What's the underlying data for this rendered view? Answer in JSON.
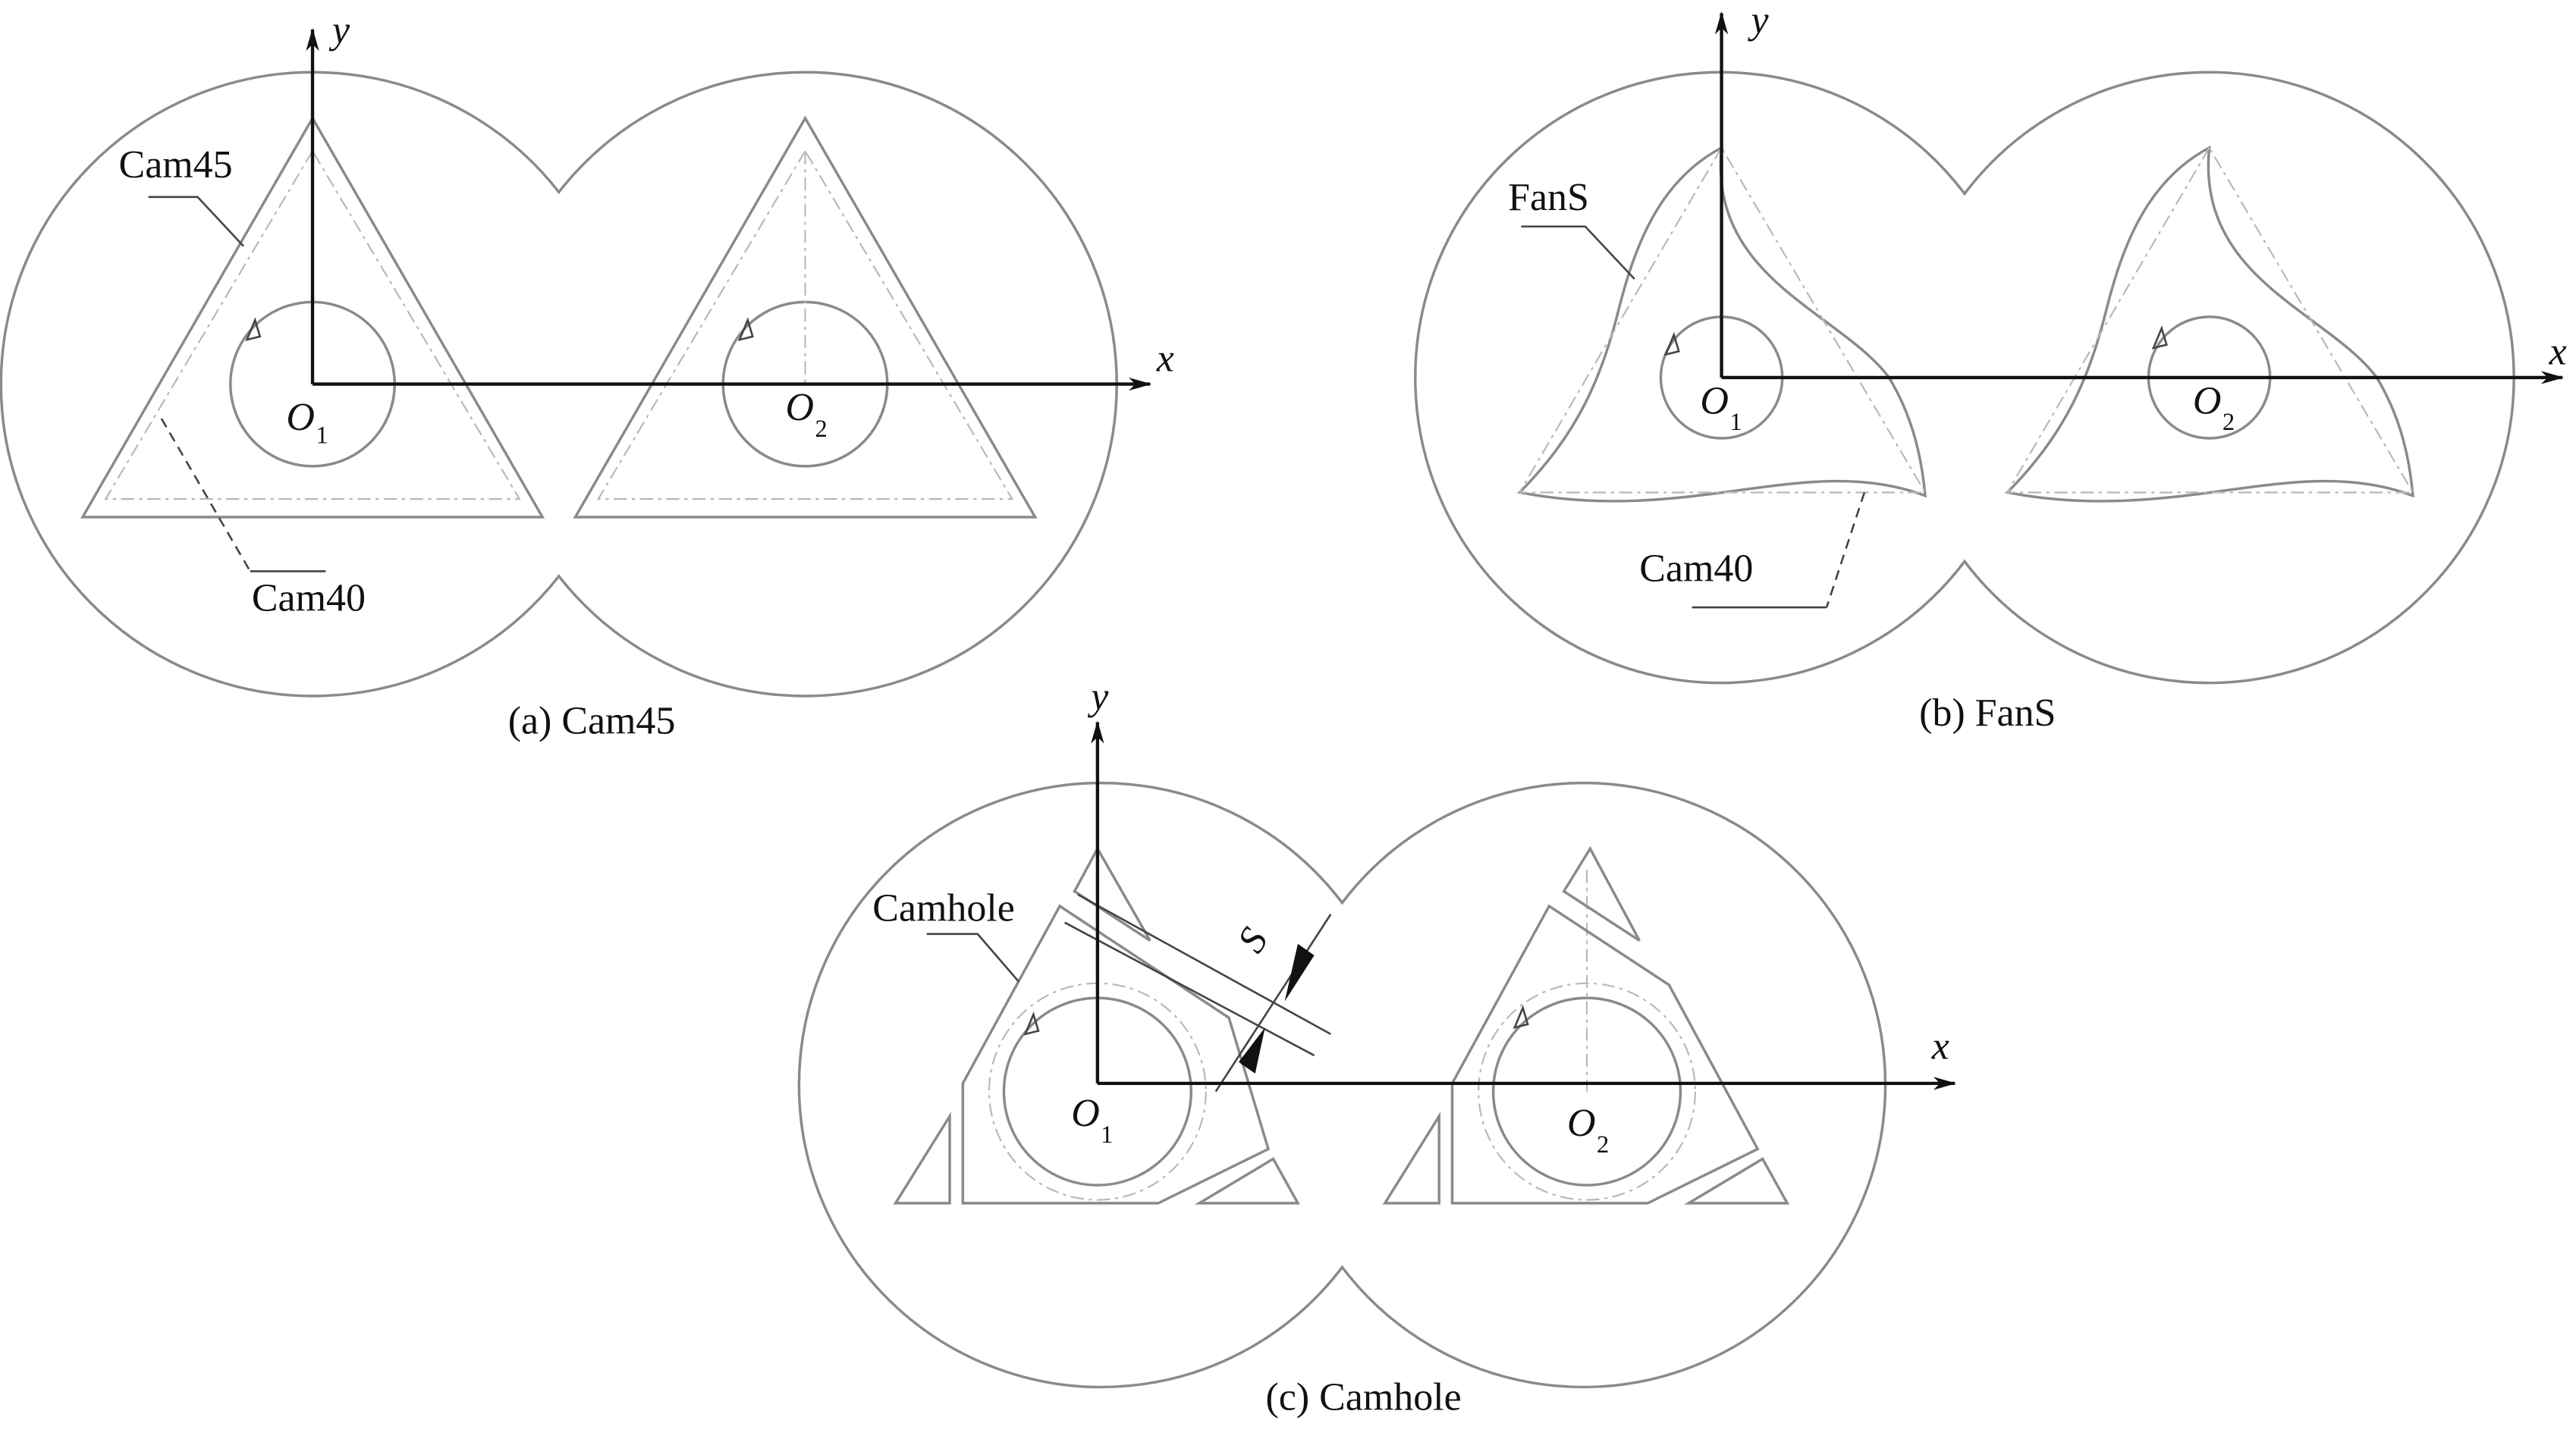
{
  "panels": [
    {
      "caption": "(a) Cam45",
      "label_outer": "Cam45",
      "label_inner": "Cam40",
      "axis_x": "x",
      "axis_y": "y",
      "center1": "O",
      "center1_sub": "1",
      "center2": "O",
      "center2_sub": "2"
    },
    {
      "caption": "(b) FanS",
      "label_outer": "FanS",
      "label_inner": "Cam40",
      "axis_x": "x",
      "axis_y": "y",
      "center1": "O",
      "center1_sub": "1",
      "center2": "O",
      "center2_sub": "2"
    },
    {
      "caption": "(c) Camhole",
      "label_outer": "Camhole",
      "dimension": "S",
      "axis_x": "x",
      "axis_y": "y",
      "center1": "O",
      "center1_sub": "1",
      "center2": "O",
      "center2_sub": "2"
    }
  ]
}
